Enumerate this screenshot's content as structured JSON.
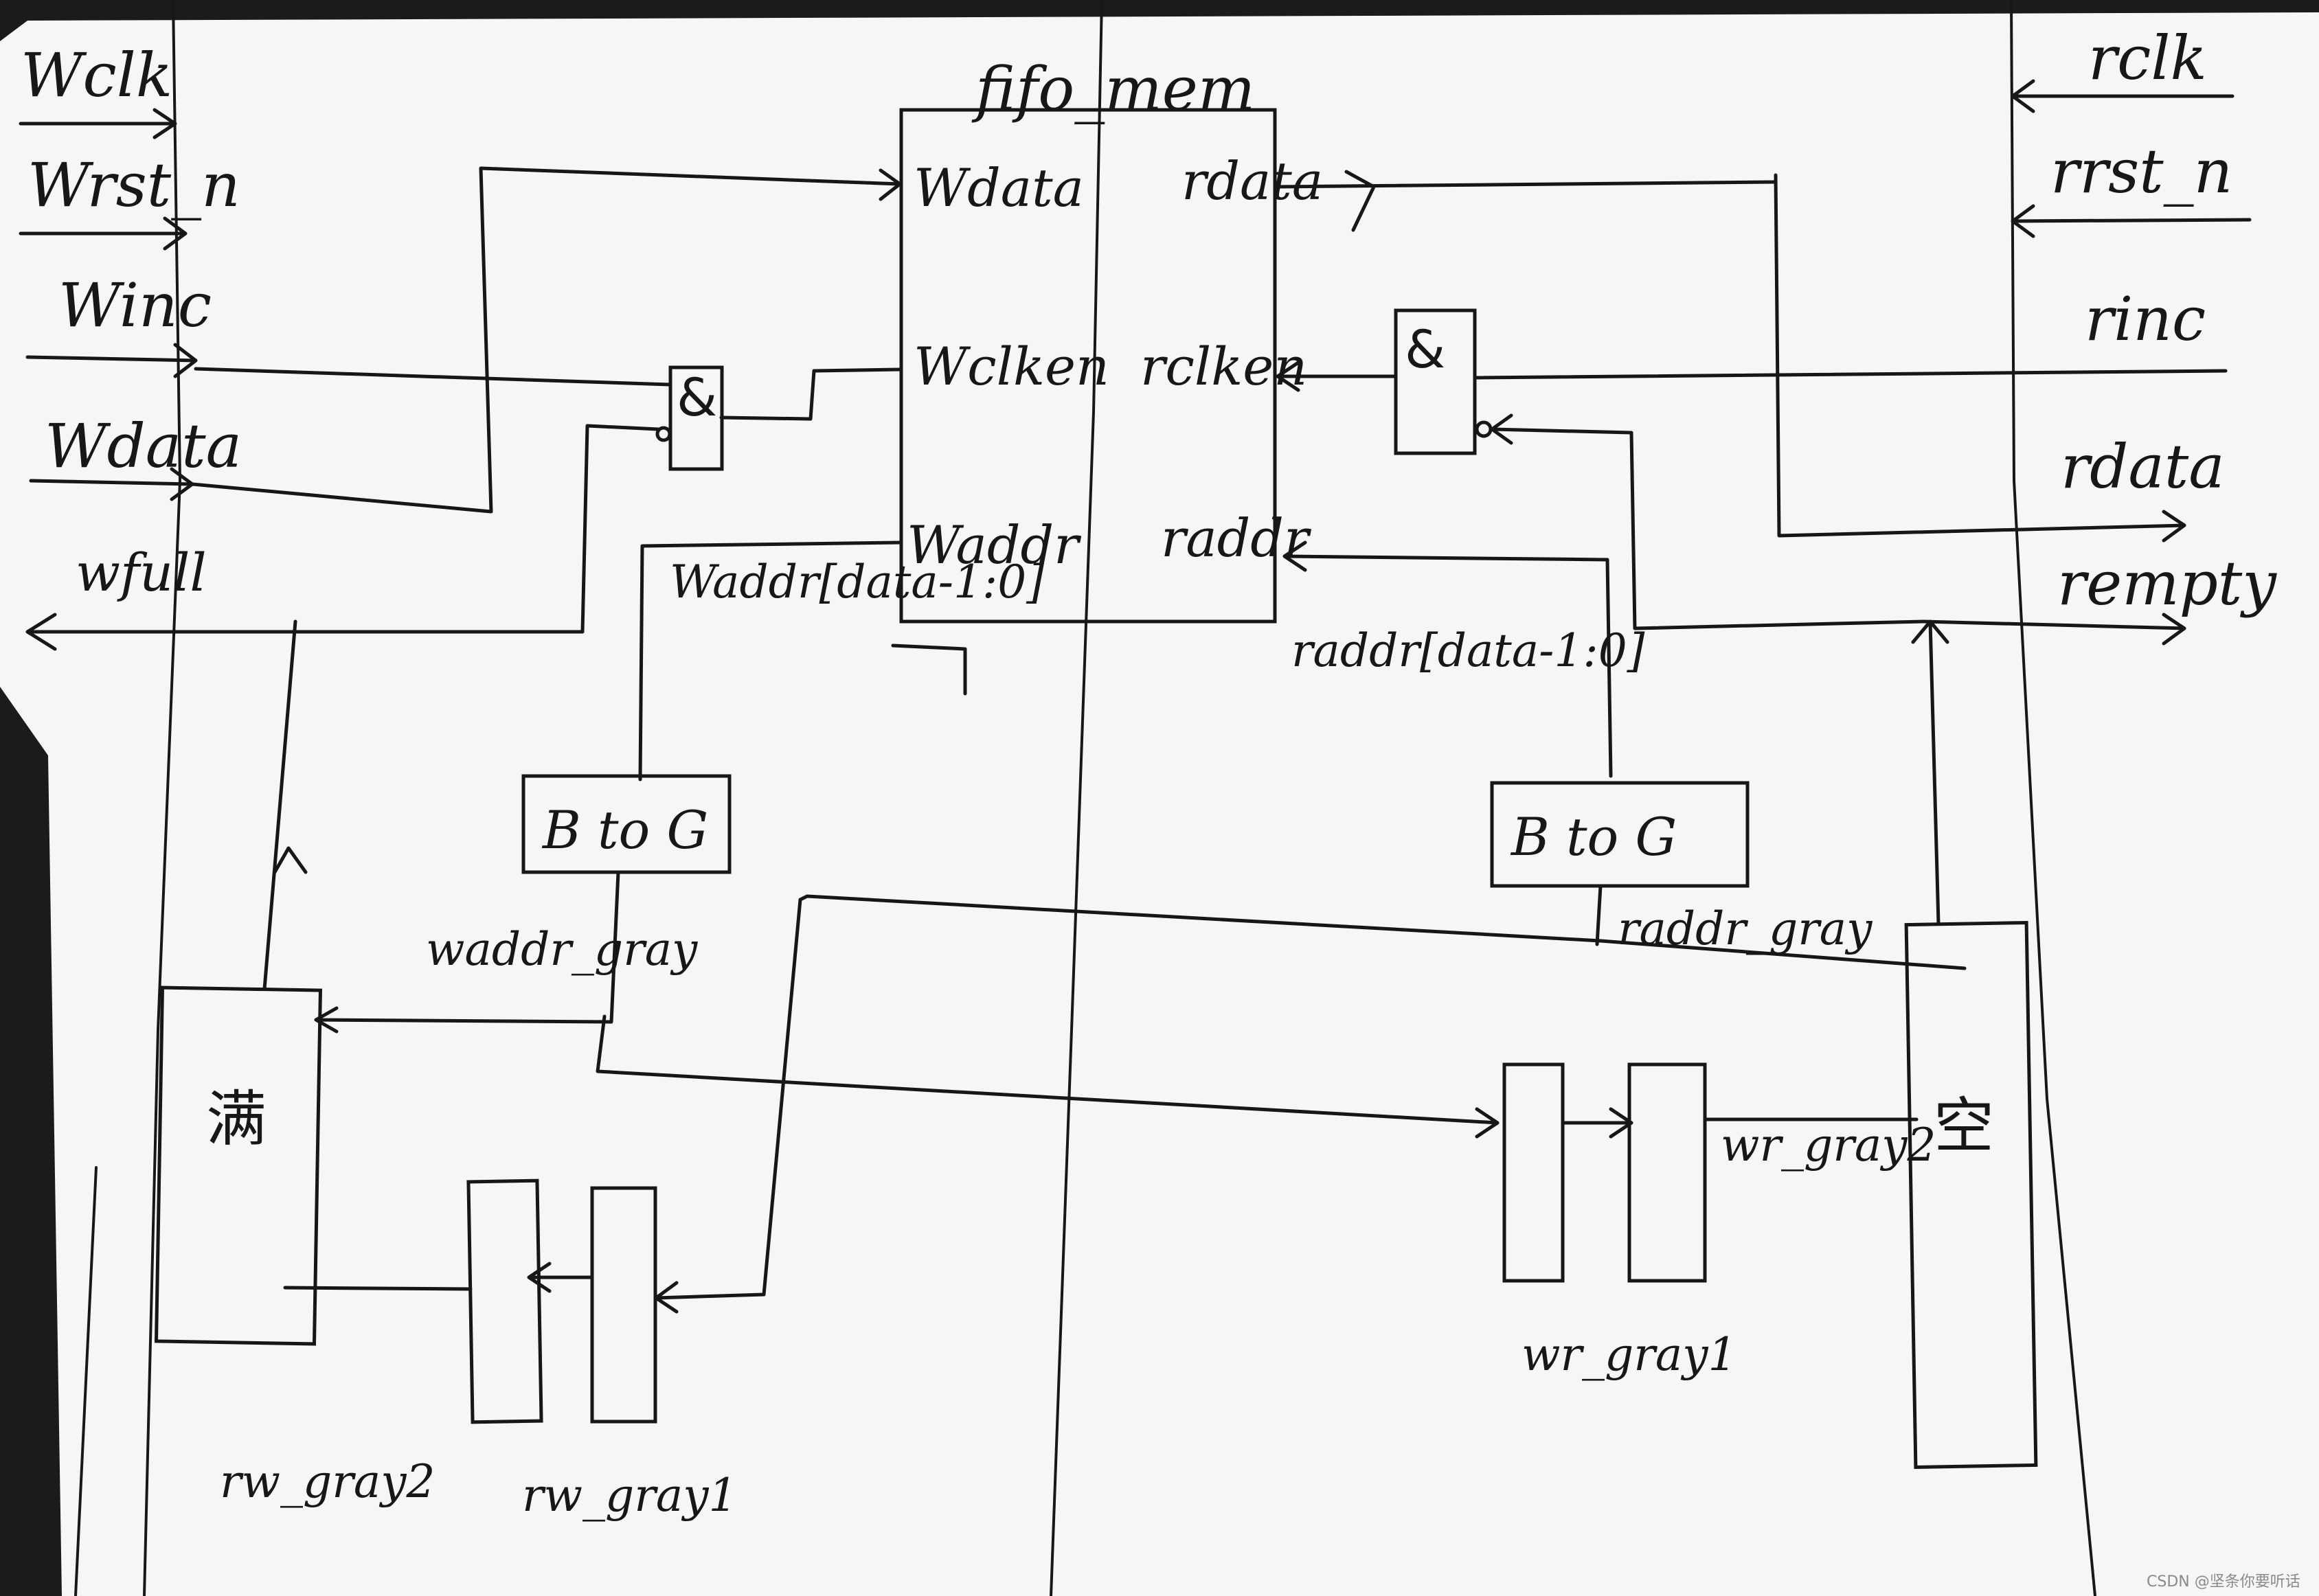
{
  "diagram": {
    "module": "fifo_mem",
    "write_side_inputs": {
      "wclk": "Wclk",
      "wrst": "Wrst_n",
      "winc": "Winc",
      "wdata": "Wdata"
    },
    "write_side_output": "wfull",
    "read_side_inputs": {
      "rclk": "rclk",
      "rrst": "rrst_n",
      "rinc": "rinc"
    },
    "read_side_outputs": {
      "rdata": "rdata",
      "rempty": "rempty"
    },
    "mem_ports": {
      "wdata": "Wdata",
      "wclken": "Wclken",
      "waddr": "Waddr",
      "rdata": "rdata",
      "rclken": "rclken",
      "raddr": "raddr"
    },
    "waddr_bus": "Waddr[data-1:0]",
    "raddr_bus": "raddr[data-1:0]",
    "and_gate": "&",
    "bin_to_gray": "B to G",
    "waddr_gray": "waddr_gray",
    "raddr_gray": "raddr_gray",
    "full_logic": "满",
    "empty_logic": "空",
    "rw_gray1": "rw_gray1",
    "rw_gray2": "rw_gray2",
    "wr_gray1": "wr_gray1",
    "wr_gray2": "wr_gray2",
    "watermark": "CSDN @坚条你要听话"
  }
}
